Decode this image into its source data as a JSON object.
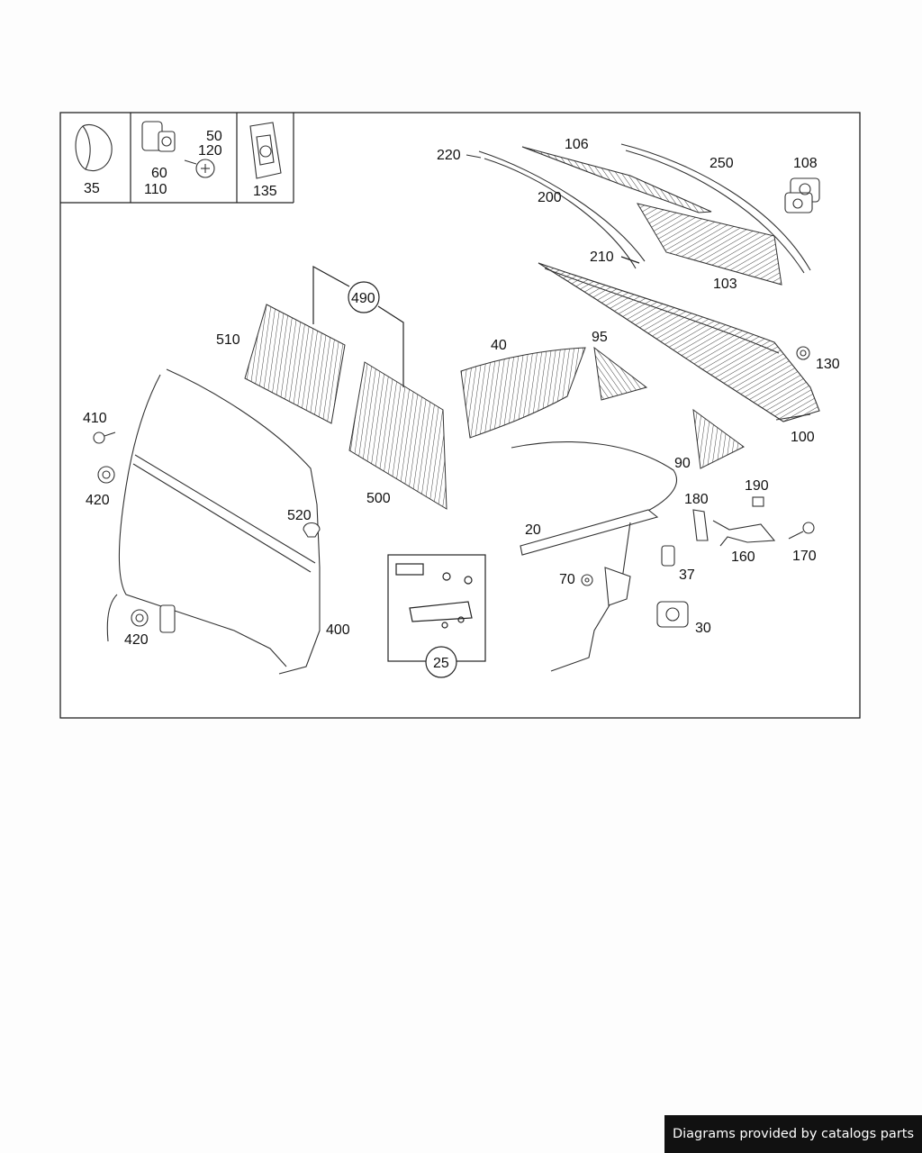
{
  "callouts": {
    "c35": "35",
    "c50": "50",
    "c120": "120",
    "c60": "60",
    "c110": "110",
    "c135": "135",
    "c220": "220",
    "c106": "106",
    "c250": "250",
    "c108": "108",
    "c200": "200",
    "c210": "210",
    "c103": "103",
    "c490": "490",
    "c510": "510",
    "c40": "40",
    "c95": "95",
    "c130": "130",
    "c100": "100",
    "c410": "410",
    "c90": "90",
    "c420a": "420",
    "c500": "500",
    "c190": "190",
    "c180": "180",
    "c520": "520",
    "c20": "20",
    "c160": "160",
    "c170": "170",
    "c70": "70",
    "c37": "37",
    "c400": "400",
    "c420b": "420",
    "c30": "30",
    "c25": "25"
  },
  "footer": {
    "credit": "Diagrams provided by catalogs parts"
  }
}
